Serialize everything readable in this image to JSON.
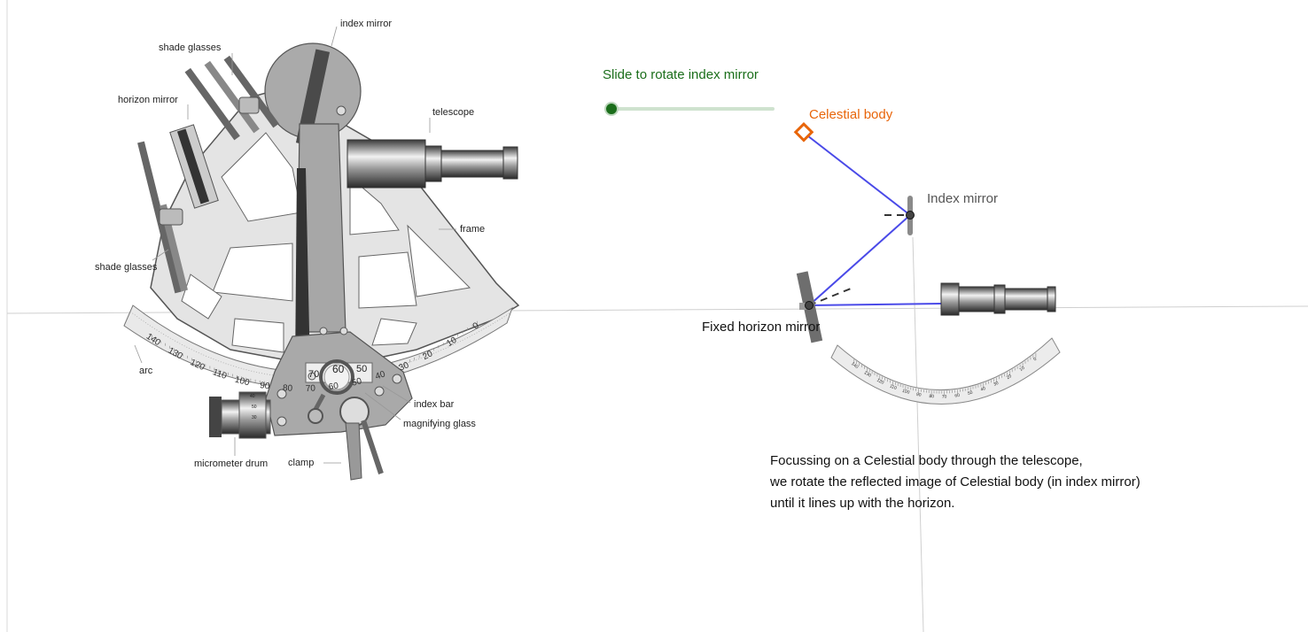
{
  "slider": {
    "label": "Slide to rotate index mirror",
    "value": 0,
    "track_color": "#cfe2cf",
    "knob_color": "#1b6e1b"
  },
  "sextant_labels": {
    "index_mirror": "index mirror",
    "shade_glasses_top": "shade glasses",
    "horizon_mirror": "horizon mirror",
    "telescope": "telescope",
    "frame": "frame",
    "shade_glasses_bottom": "shade glasses",
    "arc": "arc",
    "index_bar": "index bar",
    "magnifying_glass": "magnifying glass",
    "micrometer_drum": "micrometer drum",
    "clamp": "clamp"
  },
  "arc_scale": [
    "140",
    "130",
    "120",
    "110",
    "100",
    "90",
    "80",
    "70",
    "60",
    "50",
    "40",
    "30",
    "20",
    "10",
    "0"
  ],
  "vernier": [
    "70",
    "60",
    "50"
  ],
  "micrometer_marks": [
    "40",
    "50",
    "30"
  ],
  "diagram": {
    "celestial_body": "Celestial body",
    "index_mirror": "Index mirror",
    "horizon_mirror": "Fixed horizon mirror",
    "mini_arc_scale": [
      "140",
      "130",
      "120",
      "110",
      "100",
      "90",
      "80",
      "70",
      "60",
      "50",
      "40",
      "30",
      "20",
      "10",
      "0"
    ],
    "colors": {
      "celestial": "#e8650a",
      "ray": "#4a4ae8",
      "mirror": "#777777",
      "index_label": "#555555"
    }
  },
  "description": [
    "Focussing on a Celestial body through the telescope,",
    "we rotate the reflected image of Celestial body (in index mirror)",
    "until it lines up with the horizon."
  ]
}
